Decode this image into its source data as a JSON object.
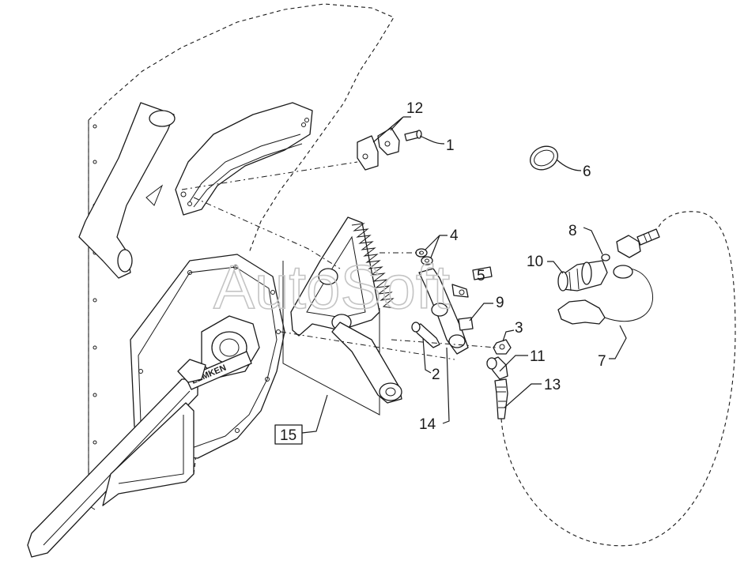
{
  "watermark": "AutoSoft",
  "brand_text": "LEMKEN",
  "callouts": [
    {
      "id": "c1",
      "label": "1"
    },
    {
      "id": "c2",
      "label": "2"
    },
    {
      "id": "c3",
      "label": "3"
    },
    {
      "id": "c4",
      "label": "4"
    },
    {
      "id": "c5",
      "label": "5"
    },
    {
      "id": "c6",
      "label": "6"
    },
    {
      "id": "c7",
      "label": "7"
    },
    {
      "id": "c8",
      "label": "8"
    },
    {
      "id": "c9",
      "label": "9"
    },
    {
      "id": "c10",
      "label": "10"
    },
    {
      "id": "c11",
      "label": "11"
    },
    {
      "id": "c12",
      "label": "12"
    },
    {
      "id": "c13",
      "label": "13"
    },
    {
      "id": "c14",
      "label": "14"
    },
    {
      "id": "c15",
      "label": "15"
    }
  ]
}
